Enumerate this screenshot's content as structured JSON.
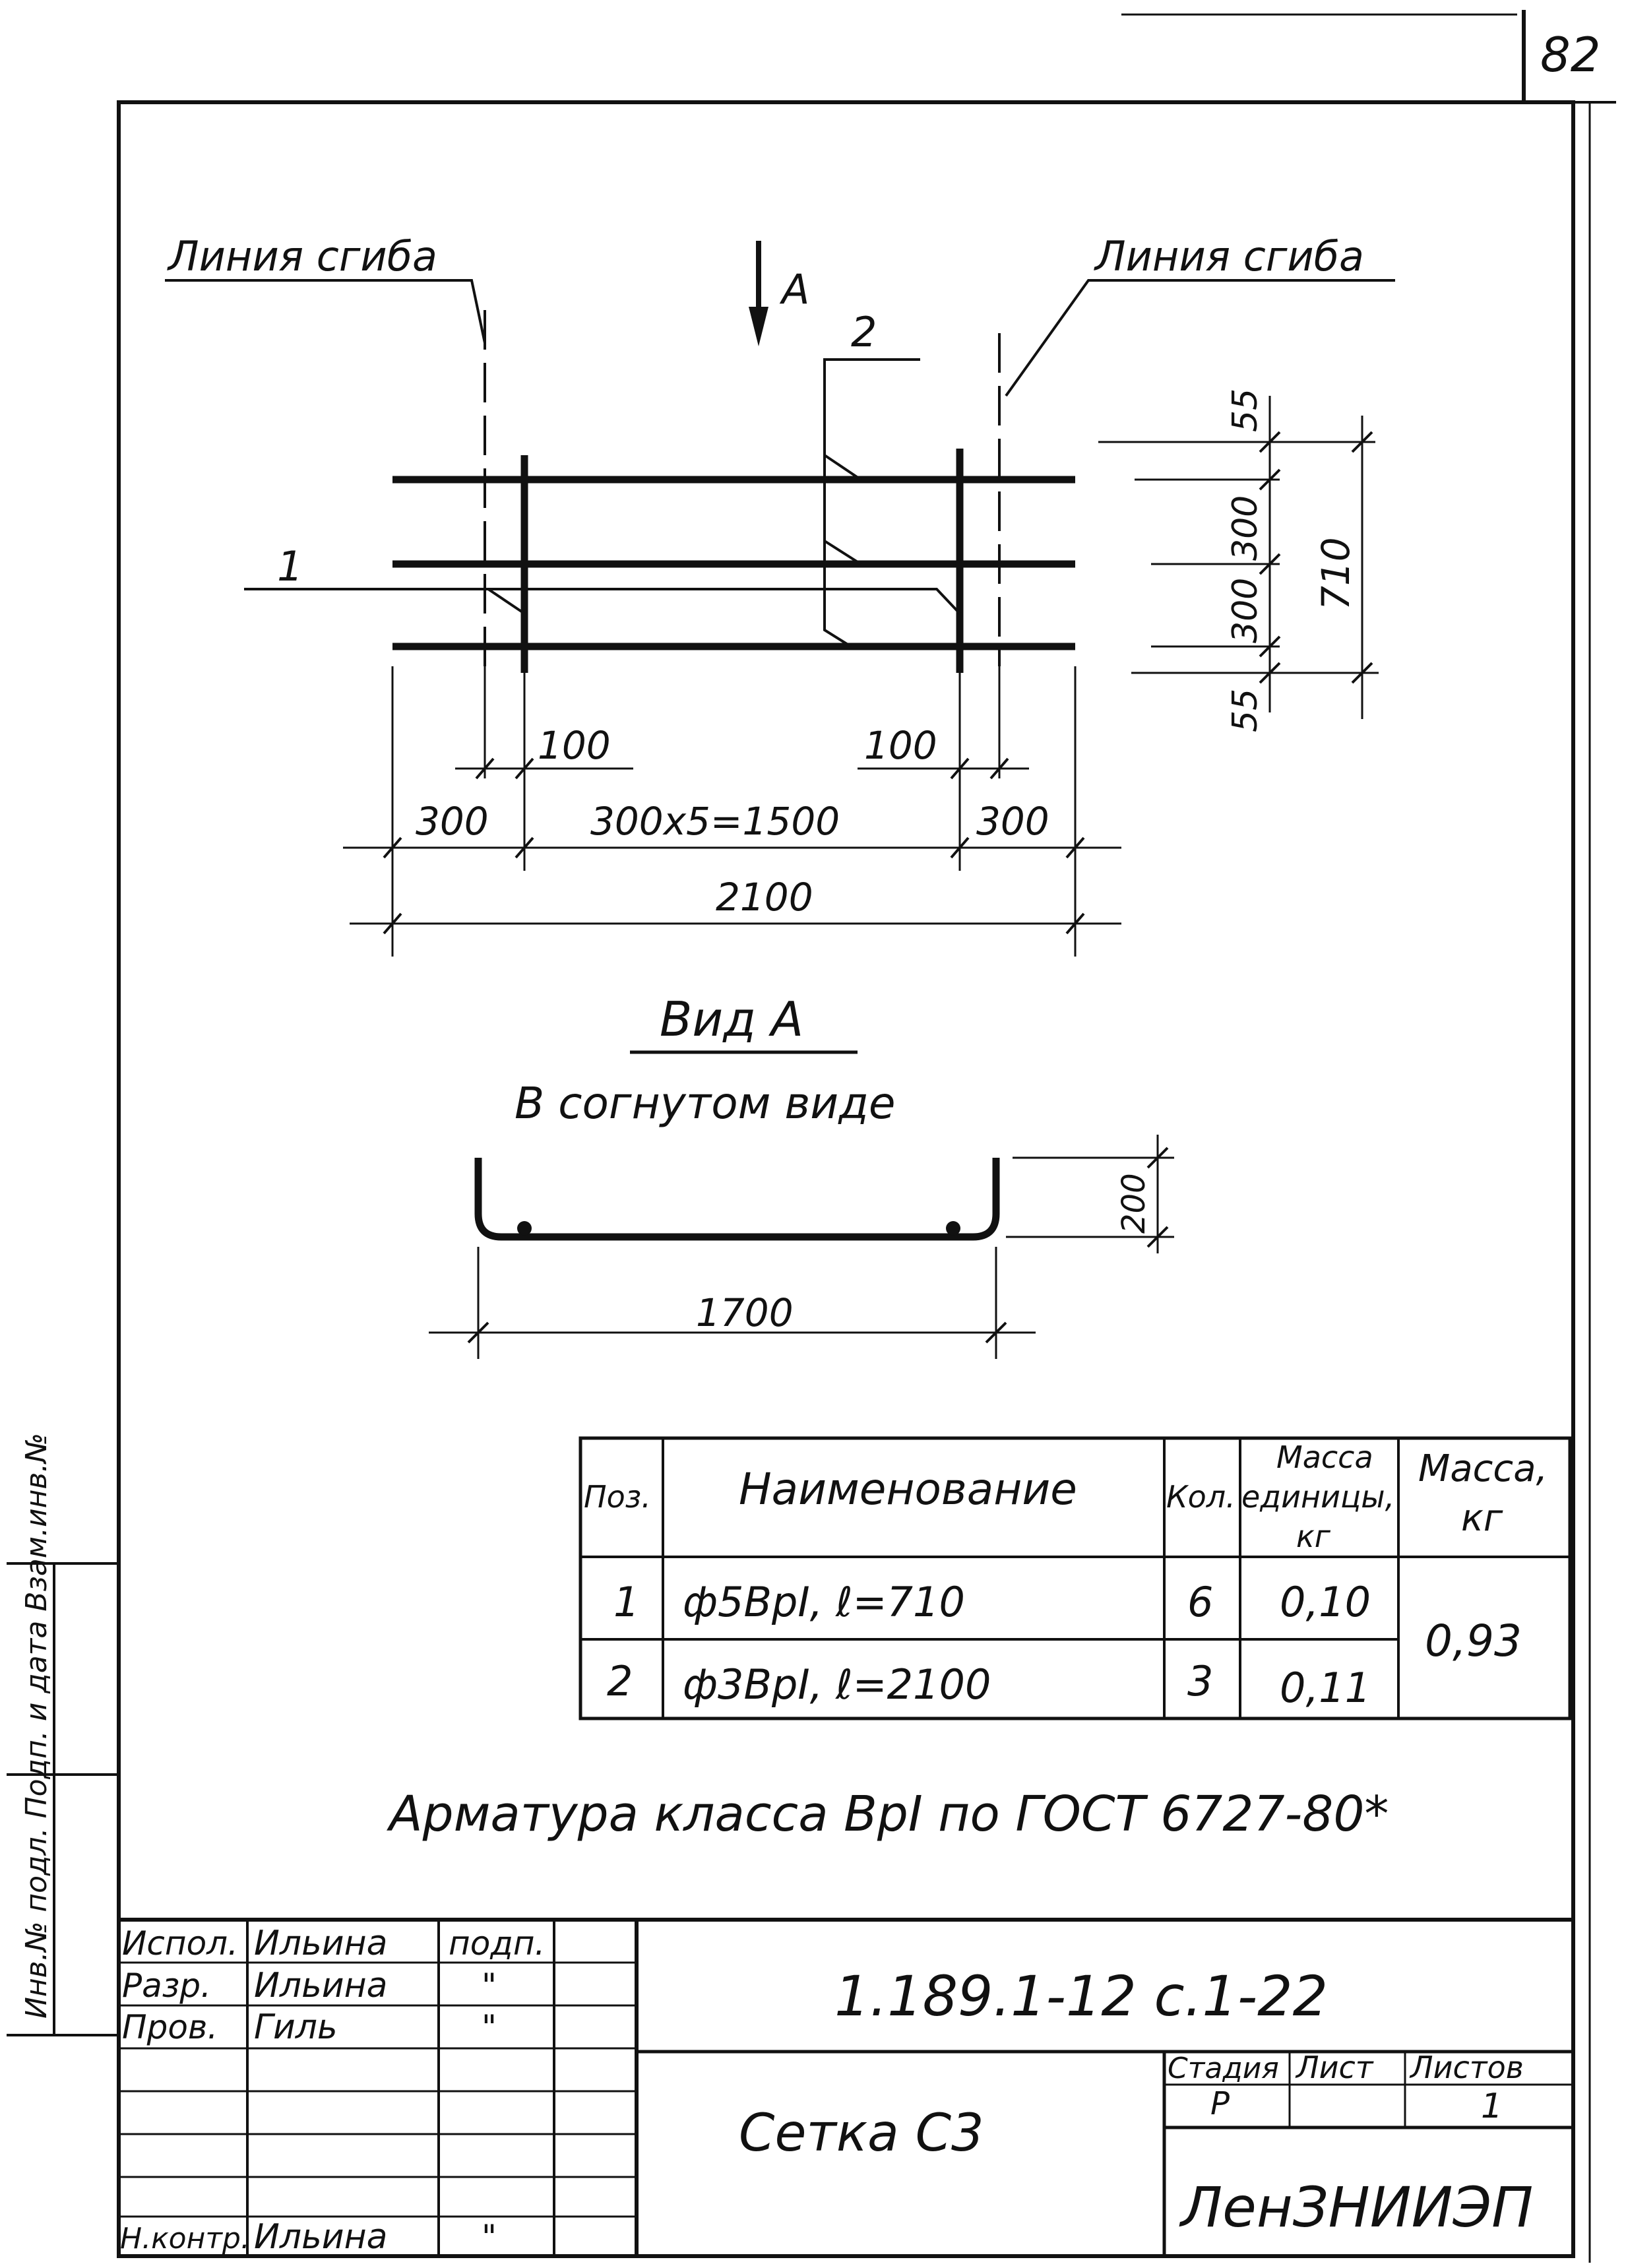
{
  "sheet_number": "82",
  "side_stamp": "Инв.№ подл. Подп. и дата Взам.инв.№",
  "plan": {
    "bend_line_left": "Линия сгиба",
    "bend_line_right": "Линия сгиба",
    "view_arrow": "А",
    "pos_1": "1",
    "pos_2": "2",
    "dim_left_100": "100",
    "dim_right_100": "100",
    "dim_left_300": "300",
    "dim_mid": "300x5=1500",
    "dim_right_300": "300",
    "dim_total": "2100",
    "dim_v_top": "55",
    "dim_v_300a": "300",
    "dim_v_300b": "300",
    "dim_v_bottom": "55",
    "dim_v_total": "710"
  },
  "view_a": {
    "title": "Вид А",
    "subtitle": "В согнутом виде",
    "dim_width": "1700",
    "dim_height": "200"
  },
  "spec_table": {
    "headers": {
      "pos": "Поз.",
      "name": "Наименование",
      "qty": "Кол.",
      "unit_mass_1": "Масса",
      "unit_mass_2": "единицы,",
      "unit_mass_3": "кг",
      "mass_1": "Масса,",
      "mass_2": "кг"
    },
    "rows": [
      {
        "pos": "1",
        "name": "ф5ВрI, ℓ=710",
        "qty": "6",
        "unit_mass": "0,10"
      },
      {
        "pos": "2",
        "name": "ф3ВрI, ℓ=2100",
        "qty": "3",
        "unit_mass": "0,11"
      }
    ],
    "total_mass": "0,93"
  },
  "note": "Арматура класса ВрI по ГОСТ 6727-80*",
  "title_block": {
    "roles": [
      {
        "role": "Испол.",
        "name": "Ильина",
        "sign": "подп."
      },
      {
        "role": "Разр.",
        "name": "Ильина",
        "sign": "\""
      },
      {
        "role": "Пров.",
        "name": "Гиль",
        "sign": "\""
      },
      {
        "role": "Н.контр.",
        "name": "Ильина",
        "sign": "\""
      }
    ],
    "doc_code": "1.189.1-12 с.1-22",
    "doc_name": "Сетка С3",
    "stage_label": "Стадия",
    "sheet_label": "Лист",
    "sheets_label": "Листов",
    "stage_value": "Р",
    "sheets_value": "1",
    "organization": "ЛенЗНИИЭП"
  }
}
